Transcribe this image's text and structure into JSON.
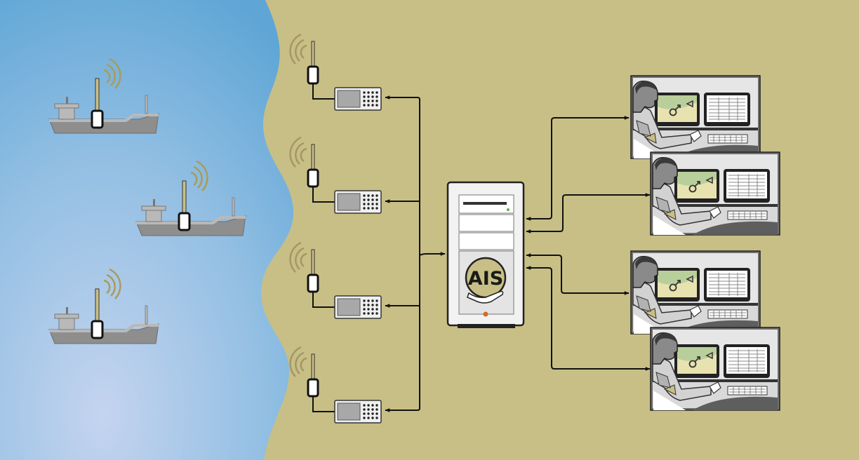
{
  "diagram": {
    "server_label": "AIS",
    "ship_count": 3,
    "base_station_count": 4,
    "operator_workstation_count": 4,
    "colors": {
      "sea_light": "#c4d4ef",
      "sea_dark": "#74b4dc",
      "land": "#c8bf86",
      "ship_hull": "#8e8e8e",
      "ship_deck": "#b9b9b9",
      "antenna": "#c8bf86",
      "wire": "#1a1a1a",
      "server_body": "#f2f2f2",
      "server_badge": "#c8bf86",
      "monitor_screen": "#b9cf9b"
    },
    "icons": [
      "ship-icon",
      "antenna-icon",
      "radio-signal-icon",
      "base-station-transceiver-icon",
      "ais-server-icon",
      "operator-workstation-icon"
    ]
  }
}
